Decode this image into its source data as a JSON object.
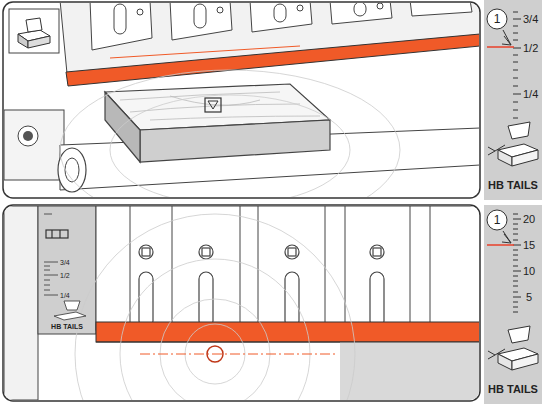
{
  "diagram": {
    "labels": [
      "1",
      "3/4",
      "1/2",
      "1/4",
      "HB TAILS",
      "1",
      "20",
      "15",
      "10",
      "5",
      "HB TAILS",
      "3/4",
      "1/2",
      "1/4",
      "HB TAILS"
    ]
  }
}
